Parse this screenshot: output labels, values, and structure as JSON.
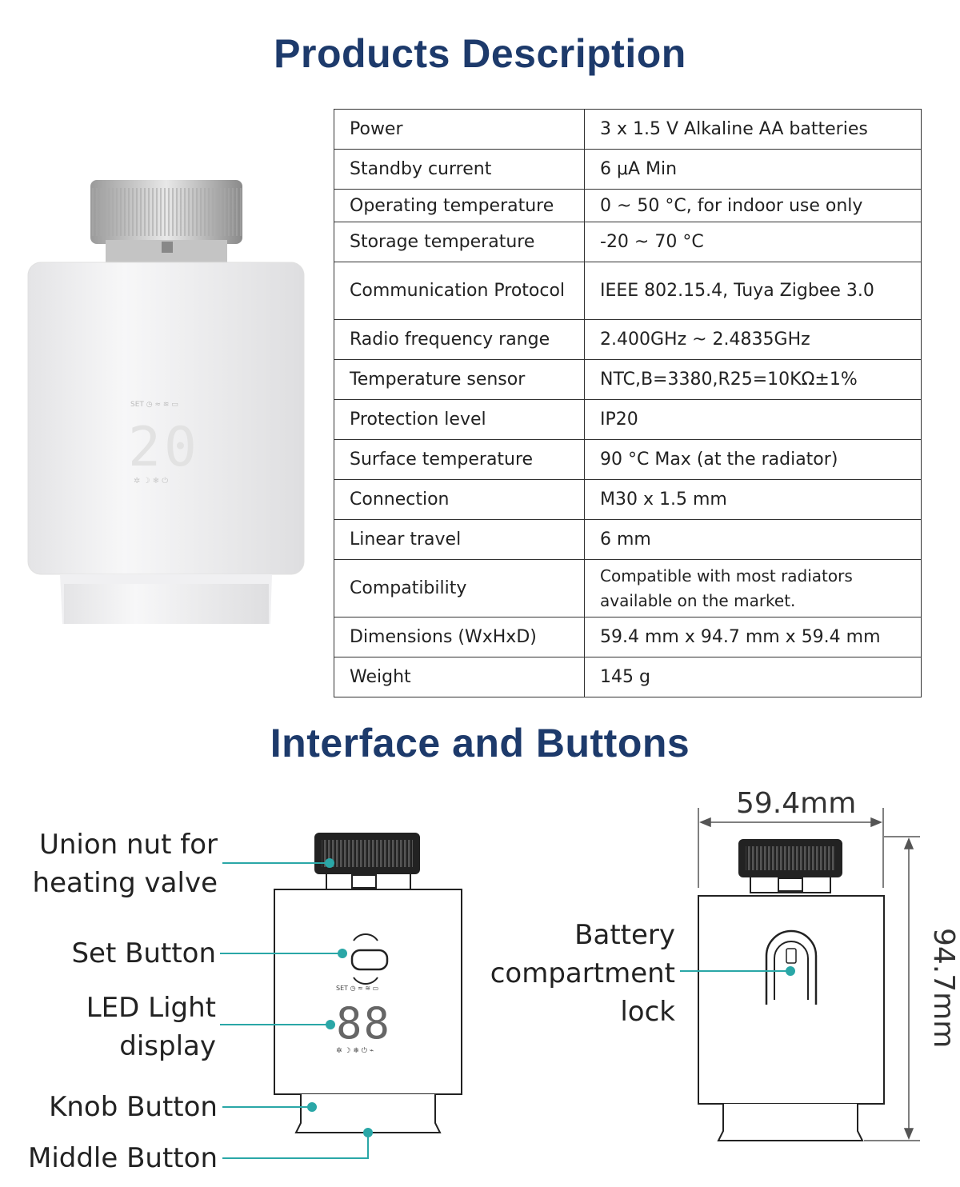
{
  "headings": {
    "products": "Products Description",
    "interface": "Interface and Buttons"
  },
  "specs": [
    {
      "label": "Power",
      "value": "3 x 1.5 V Alkaline AA batteries"
    },
    {
      "label": "Standby current",
      "value": "6 μA Min"
    },
    {
      "label": "Operating temperature",
      "value": "0 ~ 50 °C, for indoor use only"
    },
    {
      "label": "Storage temperature",
      "value": "-20 ~ 70 °C"
    },
    {
      "label": "Communication Protocol",
      "value": "IEEE 802.15.4, Tuya Zigbee 3.0"
    },
    {
      "label": "Radio frequency range",
      "value": "2.400GHz ~ 2.4835GHz"
    },
    {
      "label": "Temperature sensor",
      "value": "NTC,B=3380,R25=10KΩ±1%"
    },
    {
      "label": "Protection level",
      "value": "IP20"
    },
    {
      "label": "Surface temperature",
      "value": "90 °C Max (at the radiator)"
    },
    {
      "label": "Connection",
      "value": "M30 x 1.5 mm"
    },
    {
      "label": "Linear travel",
      "value": "6 mm"
    },
    {
      "label": "Compatibility",
      "value": "Compatible with most radiators available on the market."
    },
    {
      "label": "Dimensions (WxHxD)",
      "value": "59.4 mm x 94.7 mm x 59.4 mm"
    },
    {
      "label": "Weight",
      "value": "145 g"
    }
  ],
  "callouts": {
    "union_nut_line1": "Union nut for",
    "union_nut_line2": "heating valve",
    "set_button": "Set Button",
    "led_line1": "LED Light",
    "led_line2": "display",
    "knob_button": "Knob Button",
    "middle_button": "Middle Button",
    "battery_line1": "Battery",
    "battery_line2": "compartment",
    "battery_line3": "lock"
  },
  "dimensions": {
    "width": "59.4mm",
    "height": "94.7mm"
  },
  "display": {
    "temp_photo": "20",
    "temp_drawing": "88"
  },
  "colors": {
    "heading": "#1d3a6b",
    "callout_line": "#2aa7a7"
  }
}
